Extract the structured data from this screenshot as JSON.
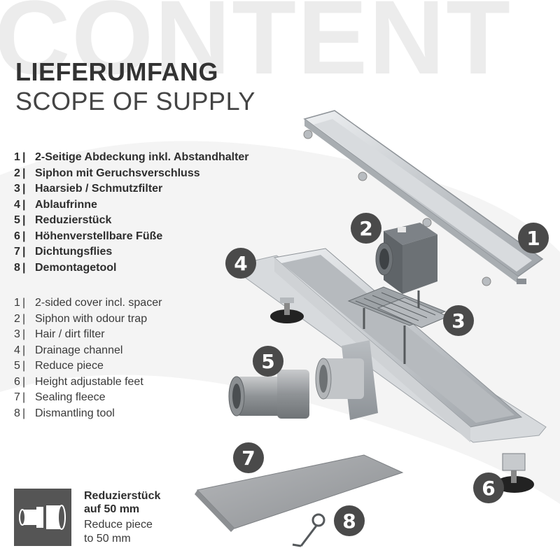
{
  "watermark": "CONTENT",
  "title": {
    "de": "LIEFERUMFANG",
    "en": "SCOPE OF SUPPLY"
  },
  "separator": "|",
  "items_de": [
    {
      "num": "1",
      "label": "2-Seitige Abdeckung inkl. Abstandhalter"
    },
    {
      "num": "2",
      "label": "Siphon mit Geruchsverschluss"
    },
    {
      "num": "3",
      "label": "Haarsieb / Schmutzfilter"
    },
    {
      "num": "4",
      "label": "Ablaufrinne"
    },
    {
      "num": "5",
      "label": "Reduzierstück"
    },
    {
      "num": "6",
      "label": "Höhenverstellbare Füße"
    },
    {
      "num": "7",
      "label": "Dichtungsflies"
    },
    {
      "num": "8",
      "label": "Demontagetool"
    }
  ],
  "items_en": [
    {
      "num": "1",
      "label": "2-sided cover incl. spacer"
    },
    {
      "num": "2",
      "label": "Siphon with odour trap"
    },
    {
      "num": "3",
      "label": "Hair / dirt filter"
    },
    {
      "num": "4",
      "label": "Drainage channel"
    },
    {
      "num": "5",
      "label": "Reduce piece"
    },
    {
      "num": "6",
      "label": "Height adjustable feet"
    },
    {
      "num": "7",
      "label": "Sealing fleece"
    },
    {
      "num": "8",
      "label": "Dismantling tool"
    }
  ],
  "note": {
    "de_line1": "Reduzierstück",
    "de_line2": "auf 50 mm",
    "en_line1": "Reduce piece",
    "en_line2": "to 50 mm",
    "icon": "reducer-pipe-icon"
  },
  "badges": {
    "b1": "1",
    "b2": "2",
    "b3": "3",
    "b4": "4",
    "b5": "5",
    "b6": "6",
    "b7": "7",
    "b8": "8"
  },
  "colors": {
    "badge": "#4a4a4a",
    "text": "#2e2e2e",
    "steel": "#c9ccd0",
    "fleece": "#a7a9ac"
  }
}
